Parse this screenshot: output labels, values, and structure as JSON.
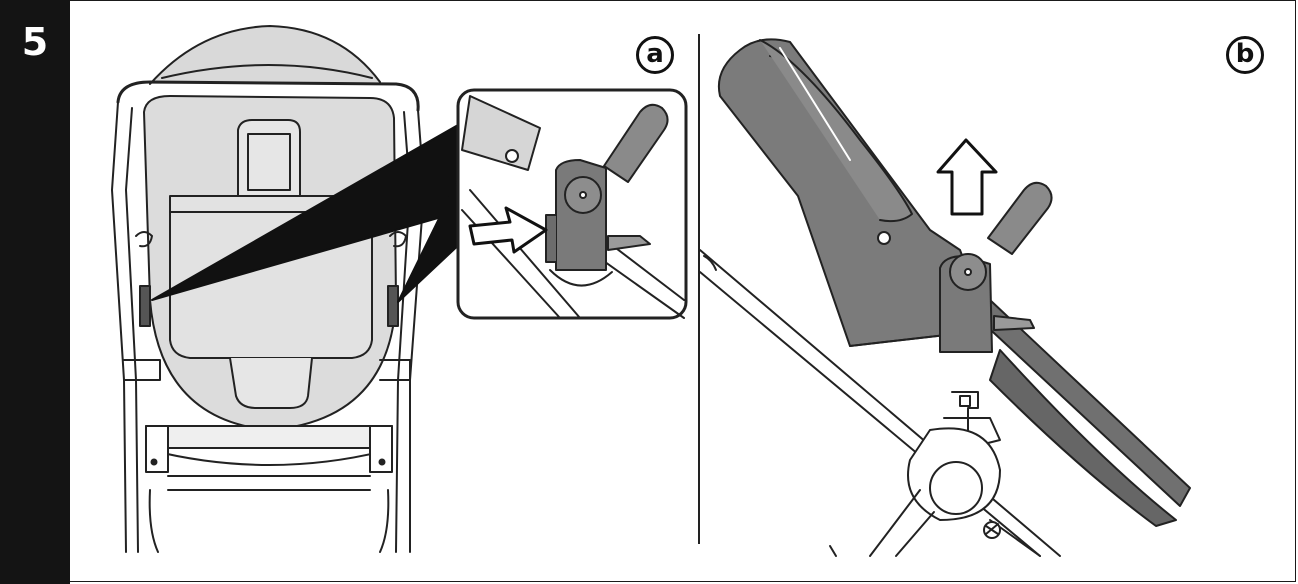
{
  "step": {
    "number": "5"
  },
  "panels": [
    {
      "label": "a"
    },
    {
      "label": "b"
    }
  ],
  "colors": {
    "step_bar": "#141414",
    "line": "#222222",
    "fabric_light": "#d8d8d8",
    "fabric_dark": "#707070"
  },
  "icons": [
    "push-arrow-icon",
    "lift-up-arrow-icon"
  ]
}
